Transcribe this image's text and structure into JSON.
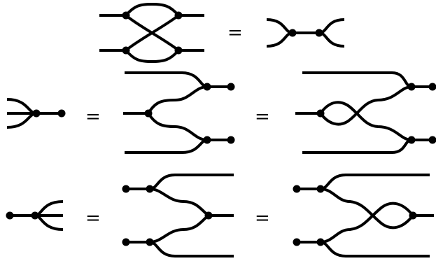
{
  "equations": [
    {
      "name": "row-1",
      "sides": [
        "two-parallel-bubbles-with-crossing",
        "cup-dot-dot-cap"
      ],
      "equals": [
        "="
      ]
    },
    {
      "name": "row-2",
      "sides": [
        "three-prong-fork-to-dot",
        "single-input-splitting-to-two-dotted-outputs",
        "input-with-loop-splitting-to-two-dotted-outputs"
      ],
      "equals": [
        "=",
        "="
      ]
    },
    {
      "name": "row-3",
      "sides": [
        "dot-to-three-prong-fork",
        "two-dotted-inputs-merging-to-output",
        "two-dotted-inputs-with-loop-merging"
      ],
      "equals": [
        "=",
        "="
      ]
    }
  ]
}
